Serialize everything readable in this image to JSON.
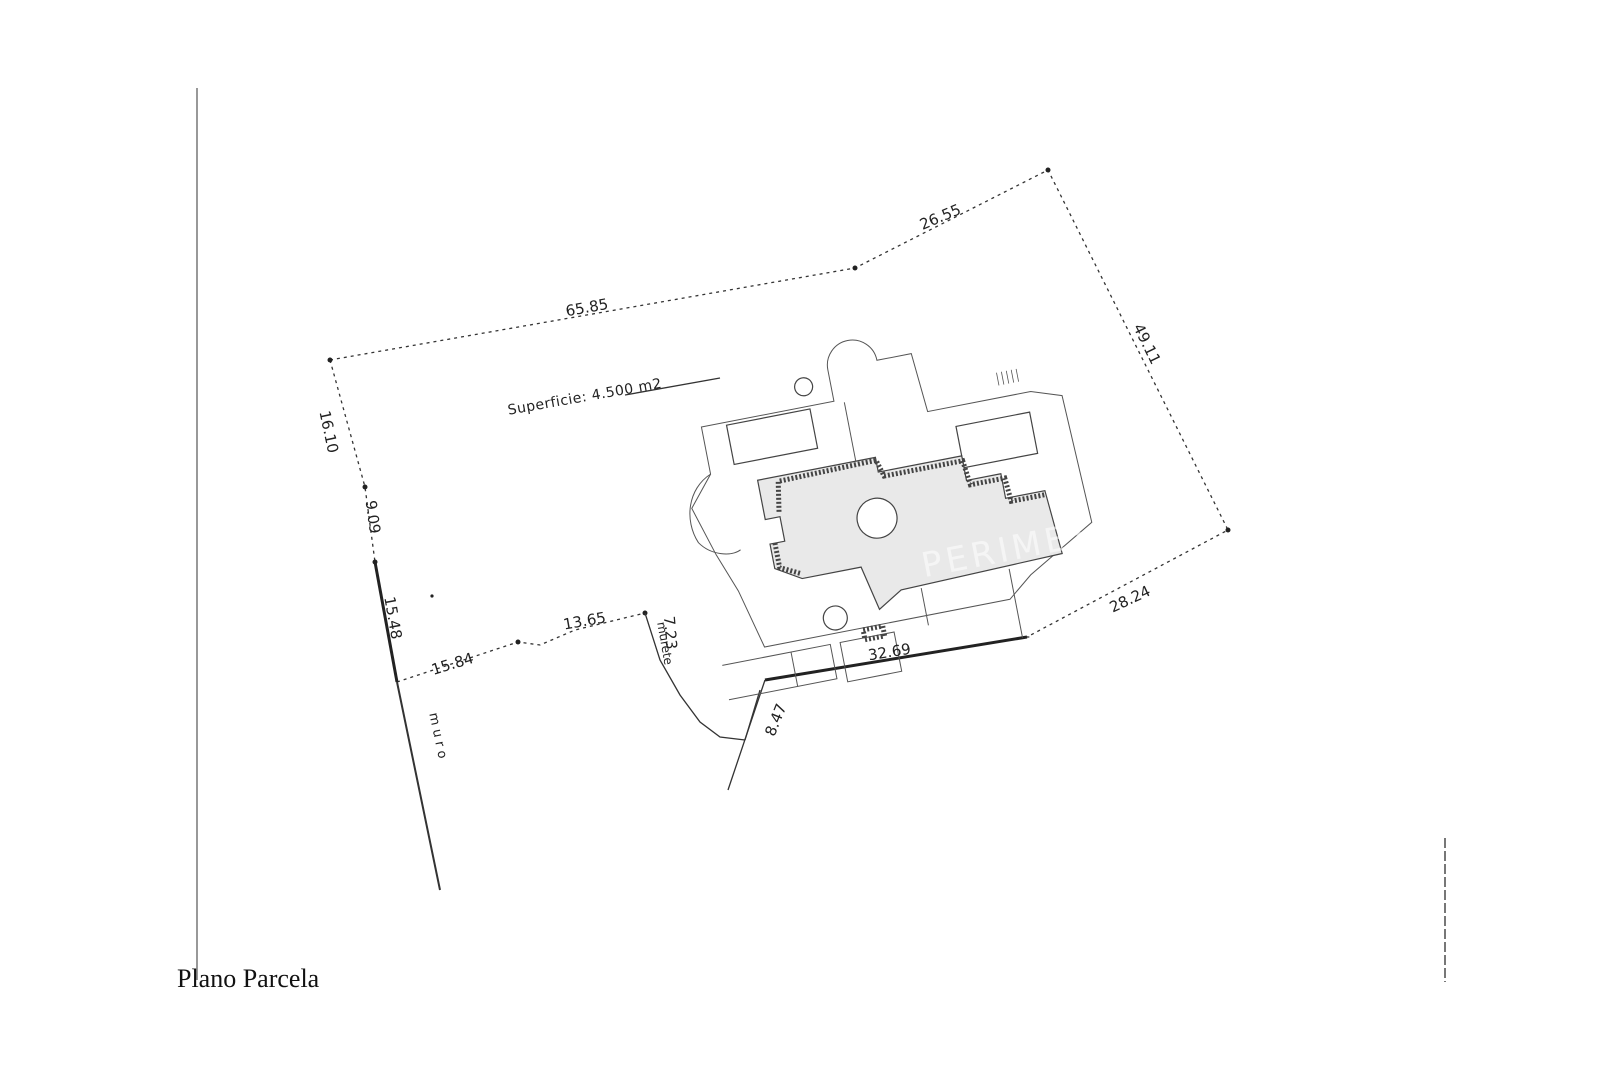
{
  "caption": "Plano Parcela",
  "area_label": "Superficie: 4.500 m2",
  "dimensions": {
    "d1": "65.85",
    "d2": "26.55",
    "d3": "49.11",
    "d4": "16.10",
    "d5": "9.09",
    "d6": "15.48",
    "d7": "15.84",
    "d8": "13.65",
    "d9": "7.23",
    "d10": "32.69",
    "d11": "28.24",
    "d12": "8.47"
  },
  "labels": {
    "murete": "murete",
    "muro": "m u r o"
  },
  "watermark": "PERIMES"
}
